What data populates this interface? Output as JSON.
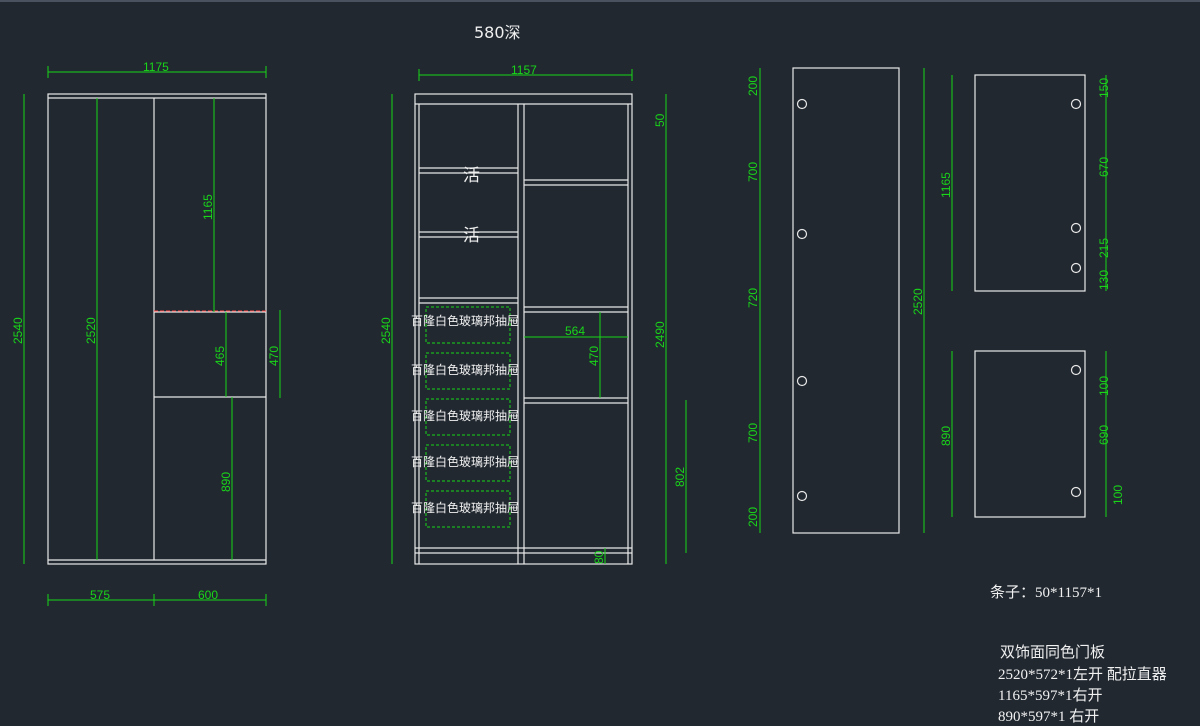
{
  "title": "580深",
  "front_view": {
    "top_width": "1175",
    "height_outer": "2540",
    "height_inner": "2520",
    "upper_height": "1165",
    "middle_height": "465",
    "middle_height_side": "470",
    "lower_height": "890",
    "bottom_left": "575",
    "bottom_right": "600"
  },
  "section_view": {
    "top_width": "1157",
    "height_outer": "2540",
    "top_gap": "50",
    "height_right": "2490",
    "shelf_width": "564",
    "shelf_height": "470",
    "lower_right": "802",
    "bottom_gap": "80",
    "movable_label": "活",
    "drawer_label": "百隆白色玻璃邦抽屉"
  },
  "tall_door": {
    "segments": [
      "200",
      "700",
      "720",
      "700",
      "200"
    ],
    "right_dim": "2520"
  },
  "upper_door": {
    "left_dim": "1165",
    "segments": [
      "150",
      "670",
      "215",
      "130"
    ]
  },
  "lower_door": {
    "left_dim": "890",
    "segments": [
      "100",
      "690",
      "100"
    ]
  },
  "notes": {
    "strip": "条子：50*1157*1",
    "door_heading": "双饰面同色门板",
    "door_line1": "2520*572*1左开 配拉直器",
    "door_line2": "1165*597*1右开",
    "door_line3": "890*597*1 右开"
  },
  "colors": {
    "background": "#212830",
    "line": "#e8e8e8",
    "dimension": "#19d619",
    "accent": "#ff4040"
  }
}
